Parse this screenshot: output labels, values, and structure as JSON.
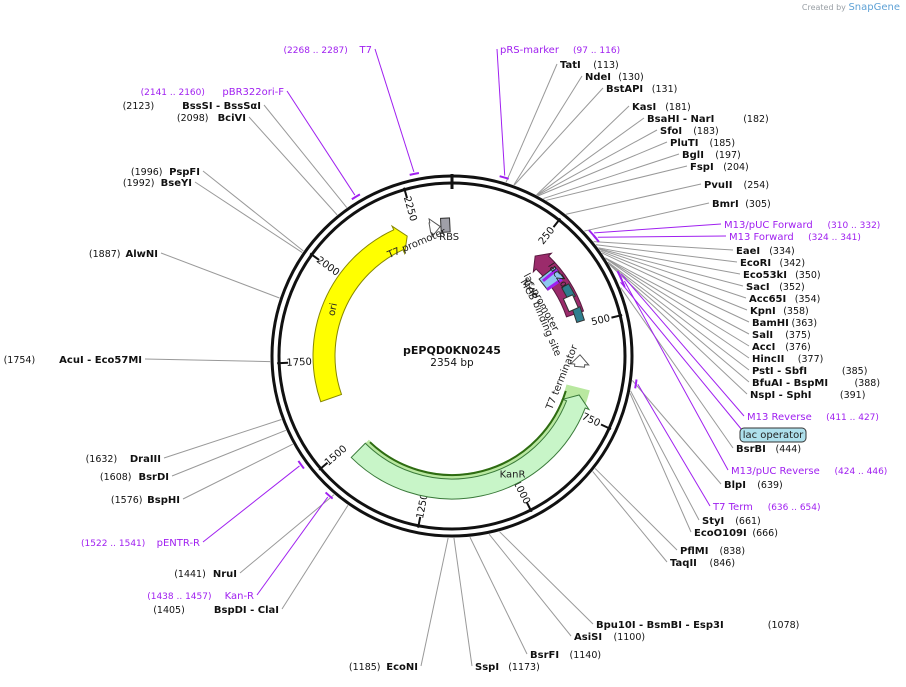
{
  "credit": {
    "prefix": "Created by",
    "brand": "SnapGene"
  },
  "plasmid": {
    "name": "pEPQD0KN0245",
    "size_label": "2354 bp",
    "length": 2354
  },
  "ticks": [
    "250",
    "500",
    "750",
    "1000",
    "1250",
    "1500",
    "1750",
    "2000",
    "2250"
  ],
  "features": [
    {
      "label": "lacZα",
      "color": "#9b2b6b"
    },
    {
      "label": "lac promoter",
      "color": "#ffffff"
    },
    {
      "label": "CAP binding site",
      "color": "#2f7f8f"
    },
    {
      "label": "MCS",
      "color": "#8fc7f0"
    },
    {
      "label": "T7 terminator",
      "color": "#ffffff"
    },
    {
      "label": "KanR",
      "color": "#c8f5c8"
    },
    {
      "label": "ori",
      "color": "#ffff00"
    },
    {
      "label": "T7 promoter",
      "color": "#ffffff"
    },
    {
      "label": "RBS",
      "color": "#a0a0a8"
    }
  ],
  "colors": {
    "primer": "#a020f0",
    "backbone": "#111111",
    "leader": "#999999"
  },
  "sites": [
    {
      "name": "TatI",
      "pos": "(113)"
    },
    {
      "name": "NdeI",
      "pos": "(130)"
    },
    {
      "name": "BstAPI",
      "pos": "(131)"
    },
    {
      "name": "KasI",
      "pos": "(181)"
    },
    {
      "name": "BsaHI  -  NarI",
      "pos": "(182)"
    },
    {
      "name": "SfoI",
      "pos": "(183)"
    },
    {
      "name": "PluTI",
      "pos": "(185)"
    },
    {
      "name": "BglI",
      "pos": "(197)"
    },
    {
      "name": "FspI",
      "pos": "(204)"
    },
    {
      "name": "PvuII",
      "pos": "(254)"
    },
    {
      "name": "BmrI",
      "pos": "(305)"
    },
    {
      "name": "EaeI",
      "pos": "(334)"
    },
    {
      "name": "EcoRI",
      "pos": "(342)"
    },
    {
      "name": "Eco53kI",
      "pos": "(350)"
    },
    {
      "name": "SacI",
      "pos": "(352)"
    },
    {
      "name": "Acc65I",
      "pos": "(354)"
    },
    {
      "name": "KpnI",
      "pos": "(358)"
    },
    {
      "name": "BamHI",
      "pos": "(363)"
    },
    {
      "name": "SalI",
      "pos": "(375)"
    },
    {
      "name": "AccI",
      "pos": "(376)"
    },
    {
      "name": "HincII",
      "pos": "(377)"
    },
    {
      "name": "PstI  -  SbfI",
      "pos": "(385)"
    },
    {
      "name": "BfuAI  -  BspMI",
      "pos": "(388)"
    },
    {
      "name": "NspI  -  SphI",
      "pos": "(391)"
    },
    {
      "name": "BsrBI",
      "pos": "(444)"
    },
    {
      "name": "BlpI",
      "pos": "(639)"
    },
    {
      "name": "StyI",
      "pos": "(661)"
    },
    {
      "name": "EcoO109I",
      "pos": "(666)"
    },
    {
      "name": "PflMI",
      "pos": "(838)"
    },
    {
      "name": "TaqII",
      "pos": "(846)"
    },
    {
      "name": "Bpu10I  -  BsmBI  -  Esp3I",
      "pos": "(1078)"
    },
    {
      "name": "AsiSI",
      "pos": "(1100)"
    },
    {
      "name": "BsrFI",
      "pos": "(1140)"
    },
    {
      "name": "SspI",
      "pos": "(1173)"
    },
    {
      "name": "EcoNI",
      "pos": "(1185)"
    },
    {
      "name": "BspDI  -  ClaI",
      "pos": "(1405)"
    },
    {
      "name": "NruI",
      "pos": "(1441)"
    },
    {
      "name": "BspHI",
      "pos": "(1576)"
    },
    {
      "name": "BsrDI",
      "pos": "(1608)"
    },
    {
      "name": "DraIII",
      "pos": "(1632)"
    },
    {
      "name": "AcuI  -  Eco57MI",
      "pos": "(1754)"
    },
    {
      "name": "AlwNI",
      "pos": "(1887)"
    },
    {
      "name": "BseYI",
      "pos": "(1992)"
    },
    {
      "name": "PspFI",
      "pos": "(1996)"
    },
    {
      "name": "BciVI",
      "pos": "(2098)"
    },
    {
      "name": "BssSI  -  BssSαI",
      "pos": "(2123)"
    }
  ],
  "primers": [
    {
      "name": "pRS-marker",
      "pos": "(97 .. 116)"
    },
    {
      "name": "M13/pUC Forward",
      "pos": "(310 .. 332)"
    },
    {
      "name": "M13 Forward",
      "pos": "(324 .. 341)"
    },
    {
      "name": "M13 Reverse",
      "pos": "(411 .. 427)"
    },
    {
      "name": "M13/pUC Reverse",
      "pos": "(424 .. 446)"
    },
    {
      "name": "T7 Term",
      "pos": "(636 .. 654)"
    },
    {
      "name": "pENTR-R",
      "pos": "(1522 .. 1541)"
    },
    {
      "name": "Kan-R",
      "pos": "(1438 .. 1457)"
    },
    {
      "name": "pBR322ori-F",
      "pos": "(2141 .. 2160)"
    },
    {
      "name": "T7",
      "pos": "(2268 .. 2287)"
    }
  ],
  "annotation_box": {
    "label": "lac operator",
    "color": "#aee0ec"
  }
}
